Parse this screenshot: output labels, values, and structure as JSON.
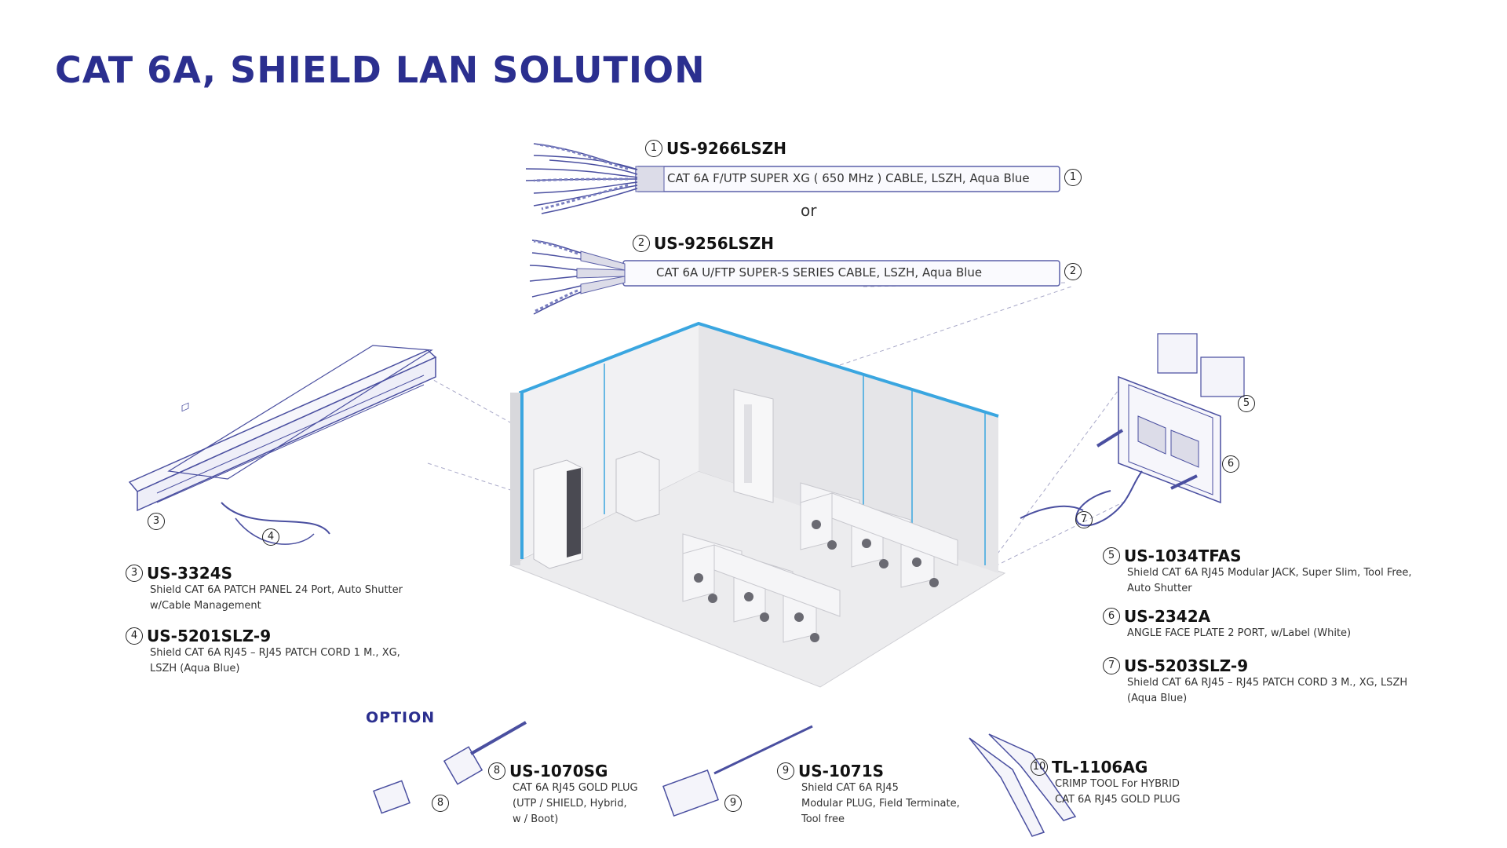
{
  "title": "CAT 6A,  SHIELD  LAN   SOLUTION",
  "colors": {
    "title": "#2b2f8f",
    "accent_wall": "#3aa6e0",
    "line": "#5a5fa8"
  },
  "or_text": "or",
  "option_label": "OPTION",
  "cables": [
    {
      "num": "1",
      "code": "US-9266LSZH",
      "desc": "CAT 6A F/UTP SUPER XG ( 650 MHz ) CABLE, LSZH, Aqua Blue"
    },
    {
      "num": "2",
      "code": "US-9256LSZH",
      "desc": "CAT 6A U/FTP SUPER-S SERIES CABLE, LSZH, Aqua Blue"
    }
  ],
  "left_items": [
    {
      "num": "3",
      "code": "US-3324S",
      "desc": [
        "Shield CAT 6A PATCH PANEL 24 Port, Auto Shutter",
        "w/Cable Management"
      ]
    },
    {
      "num": "4",
      "code": "US-5201SLZ-9",
      "desc": [
        "Shield CAT 6A RJ45 – RJ45 PATCH CORD 1 M., XG,",
        "LSZH (Aqua Blue)"
      ]
    }
  ],
  "right_items": [
    {
      "num": "5",
      "code": "US-1034TFAS",
      "desc": [
        "Shield CAT 6A RJ45 Modular JACK, Super Slim, Tool Free,",
        "Auto Shutter"
      ]
    },
    {
      "num": "6",
      "code": "US-2342A",
      "desc": [
        "ANGLE FACE PLATE 2 PORT, w/Label (White)"
      ]
    },
    {
      "num": "7",
      "code": "US-5203SLZ-9",
      "desc": [
        "Shield CAT 6A RJ45 – RJ45 PATCH CORD 3 M., XG, LSZH",
        "(Aqua Blue)"
      ]
    }
  ],
  "option_items": [
    {
      "num": "8",
      "code": "US-1070SG",
      "desc": [
        "CAT 6A RJ45 GOLD PLUG",
        "(UTP / SHIELD, Hybrid,",
        "w / Boot)"
      ]
    },
    {
      "num": "9",
      "code": "US-1071S",
      "desc": [
        "Shield CAT 6A RJ45",
        "Modular PLUG, Field Terminate,",
        "Tool free"
      ]
    },
    {
      "num": "10",
      "code": "TL-1106AG",
      "desc": [
        "CRIMP TOOL For HYBRID",
        "CAT 6A RJ45 GOLD PLUG"
      ]
    }
  ],
  "figure_badges": [
    "1",
    "2",
    "3",
    "4",
    "5",
    "6",
    "7",
    "8",
    "9"
  ]
}
